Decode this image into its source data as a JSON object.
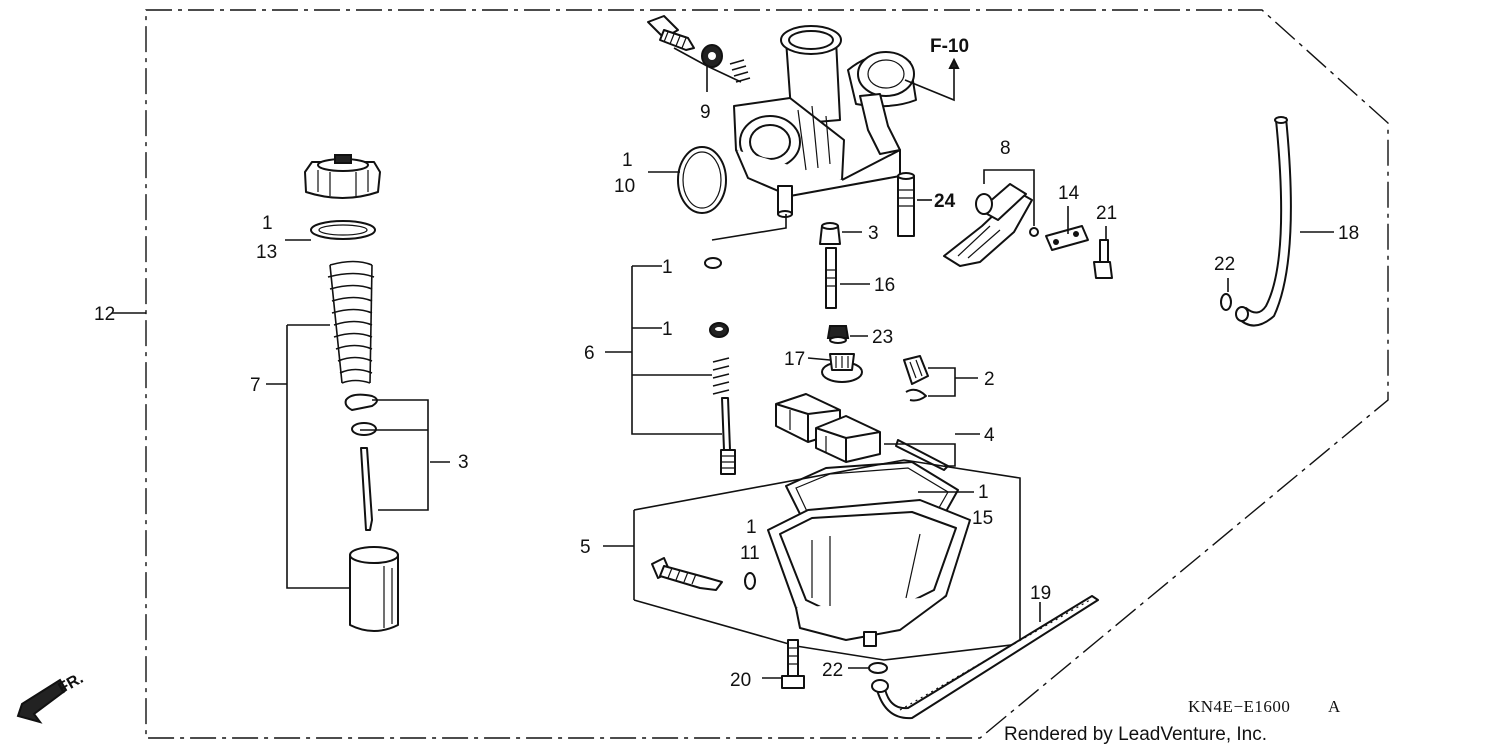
{
  "diagram": {
    "code": "KN4E−E1600",
    "code_suffix": "A",
    "footer": "Rendered by LeadVenture, Inc.",
    "front_marker": "FR.",
    "ref_label": "F-10",
    "callouts": {
      "c12": "12",
      "c7": "7",
      "c3a": "3",
      "c1a": "1",
      "c13": "13",
      "c9": "9",
      "c1b": "1",
      "c10": "10",
      "c1c": "1",
      "c1d": "1",
      "c6": "6",
      "c3b": "3",
      "c16": "16",
      "c24": "24",
      "c23": "23",
      "c17": "17",
      "c8": "8",
      "c14": "14",
      "c21": "21",
      "c2": "2",
      "c4": "4",
      "c1e": "1",
      "c15": "15",
      "c5": "5",
      "c1f": "1",
      "c11": "11",
      "c19": "19",
      "c18": "18",
      "c22a": "22",
      "c22b": "22",
      "c20": "20"
    }
  }
}
